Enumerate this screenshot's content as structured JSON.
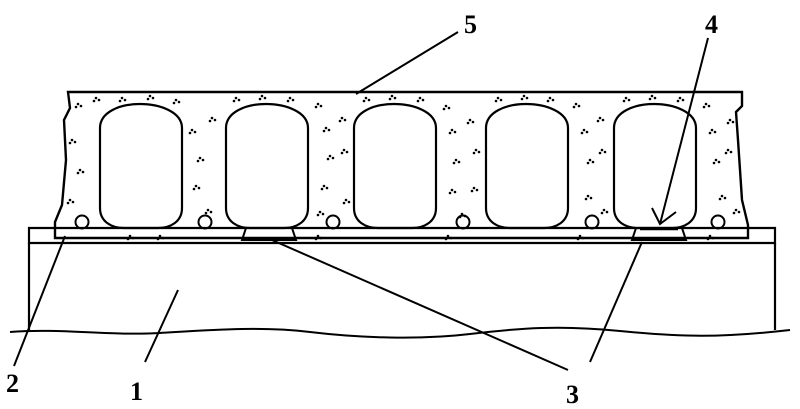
{
  "figure": {
    "labels": [
      {
        "id": "1",
        "text": "1"
      },
      {
        "id": "2",
        "text": "2"
      },
      {
        "id": "3",
        "text": "3"
      },
      {
        "id": "4",
        "text": "4"
      },
      {
        "id": "5",
        "text": "5"
      }
    ],
    "components": {
      "base_block": "base",
      "hollow_core_slab": "slab",
      "bearing_pads": 2,
      "cores": 5,
      "small_round_holes": 6
    },
    "colors": {
      "ink": "#000000",
      "background": "#ffffff"
    }
  }
}
